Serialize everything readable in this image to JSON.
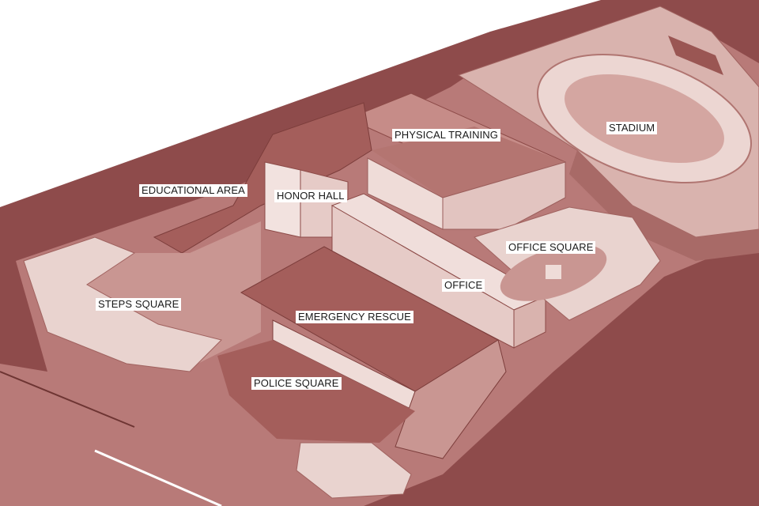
{
  "labels": {
    "physical_training": "PHYSICAL TRAINING",
    "stadium": "STADIUM",
    "educational_area": "EDUCATIONAL AREA",
    "honor_hall": "HONOR HALL",
    "office_square": "OFFICE SQUARE",
    "office": "OFFICE",
    "steps_square": "STEPS SQUARE",
    "emergency_rescue": "EMERGENCY RESCUE",
    "police_square": "POLICE SQUARE"
  },
  "palette": {
    "background": "#ffffff",
    "road": "#8e4b4b",
    "ground": "#b87a78",
    "plaza_light": "#e9d3cf",
    "building_light": "#f0dedb",
    "roof_dark": "#a45e5b",
    "field": "#d9b3ae",
    "label_bg": "#ffffff"
  }
}
